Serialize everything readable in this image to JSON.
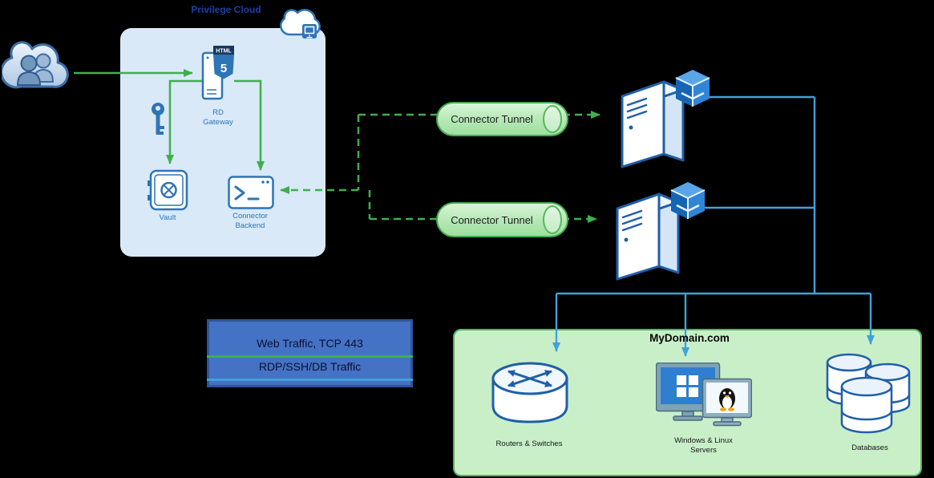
{
  "colors": {
    "background": "#000000",
    "green_line": "#3faf4c",
    "blue_line": "#41a1d9",
    "icon_blue": "#2e75b6",
    "privilege_bg": "#d9e9f8",
    "tunnel_fill": "#b4e7b4",
    "tunnel_border": "#44aa4f",
    "legend_bg": "#4472c4",
    "legend_border": "#2f5597",
    "domain_bg": "#c9efc9",
    "domain_border": "#55b65c"
  },
  "privilege_cloud": {
    "title": "Privilege Cloud",
    "nodes": {
      "rd_gateway": {
        "label": "RD Gateway",
        "badge_text": "HTML",
        "badge_number": "5"
      },
      "vault": {
        "label": "Vault"
      },
      "connector_backend": {
        "label": "Connector Backend"
      }
    }
  },
  "tunnels": [
    {
      "label": "Connector Tunnel"
    },
    {
      "label": "Connector Tunnel"
    }
  ],
  "legend": {
    "items": [
      {
        "label": "Web Traffic, TCP 443",
        "line_color": "#3faf4c"
      },
      {
        "label": "RDP/SSH/DB Traffic",
        "line_color": "#41a1d9"
      }
    ]
  },
  "domain": {
    "title": "MyDomain.com",
    "items": [
      {
        "label": "Routers & Switches"
      },
      {
        "label": "Windows & Linux Servers"
      },
      {
        "label": "Databases"
      }
    ]
  },
  "icons": {
    "users_cloud": "two-people-in-cloud",
    "privilege_cloud_service": "cloud-with-server",
    "rd_gateway": "html5-shield-on-server",
    "key": "vertical-key",
    "vault": "safe-with-dial",
    "connector_backend": "terminal-prompt-window",
    "connector_server": "tower-server-with-blue-cube-logo",
    "router": "cylinder-with-crossed-arrows",
    "windows_linux": "dual-monitors-windows-logo-and-penguin",
    "databases": "cluster-of-stacked-cylinders"
  }
}
